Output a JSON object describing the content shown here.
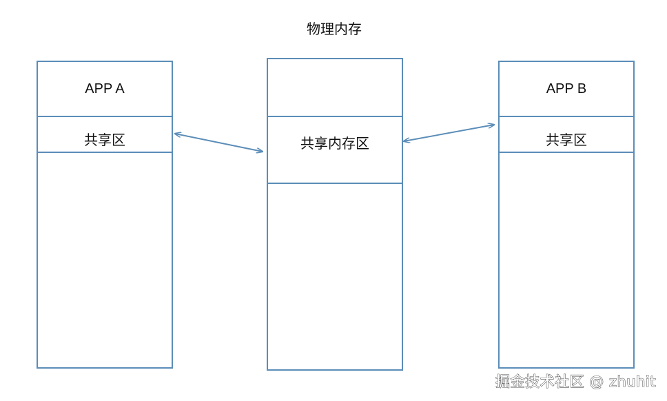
{
  "title": "物理内存",
  "app_a": {
    "name": "APP A",
    "shared_region": "共享区"
  },
  "physical_memory": {
    "top_region": "",
    "shared_memory_region": "共享内存区"
  },
  "app_b": {
    "name": "APP B",
    "shared_region": "共享区"
  },
  "arrows": [
    {
      "from": "app-a-shared-region",
      "to": "shared-memory-region",
      "direction": "bidirectional"
    },
    {
      "from": "shared-memory-region",
      "to": "app-b-shared-region",
      "direction": "bidirectional"
    }
  ],
  "colors": {
    "border": "#5b8db8",
    "arrow": "#5b8db8"
  },
  "watermark": "掘金技术社区 @ zhuhit"
}
